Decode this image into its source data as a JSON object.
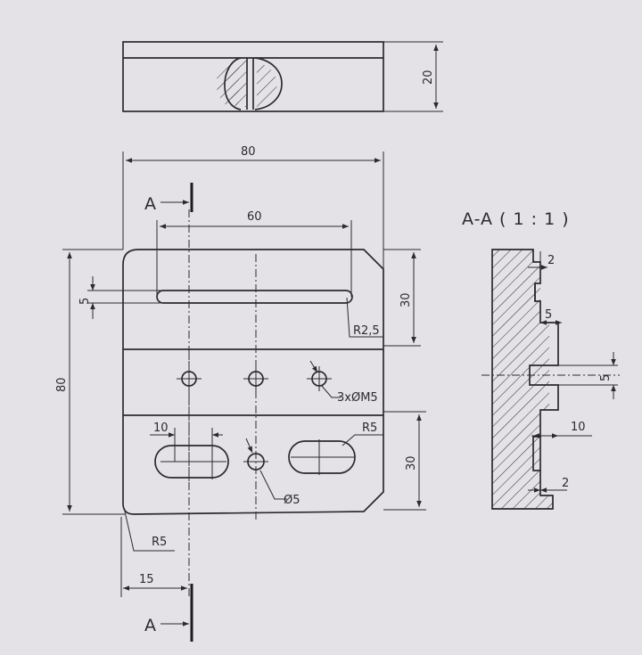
{
  "section_title": "A-A ( 1 : 1 )",
  "section_marker": "A",
  "dimensions": {
    "top_height": "20",
    "overall_width": "80",
    "slot_spacing": "60",
    "overall_height": "80",
    "slot_width": "5",
    "upper_band": "30",
    "slot_radius": "R2,5",
    "thread_holes": "3xØM5",
    "lower_band": "30",
    "oblong_length": "10",
    "oblong_radius": "R5",
    "hole_diameter": "Ø5",
    "corner_radius": "R5",
    "edge_offset": "15",
    "sec_groove_top": "2",
    "sec_step": "5",
    "sec_hole": "5",
    "sec_depth": "10",
    "sec_groove_bottom": "2"
  },
  "colors": {
    "paper": "#e4e1e7",
    "ink": "#2b2a2e"
  }
}
